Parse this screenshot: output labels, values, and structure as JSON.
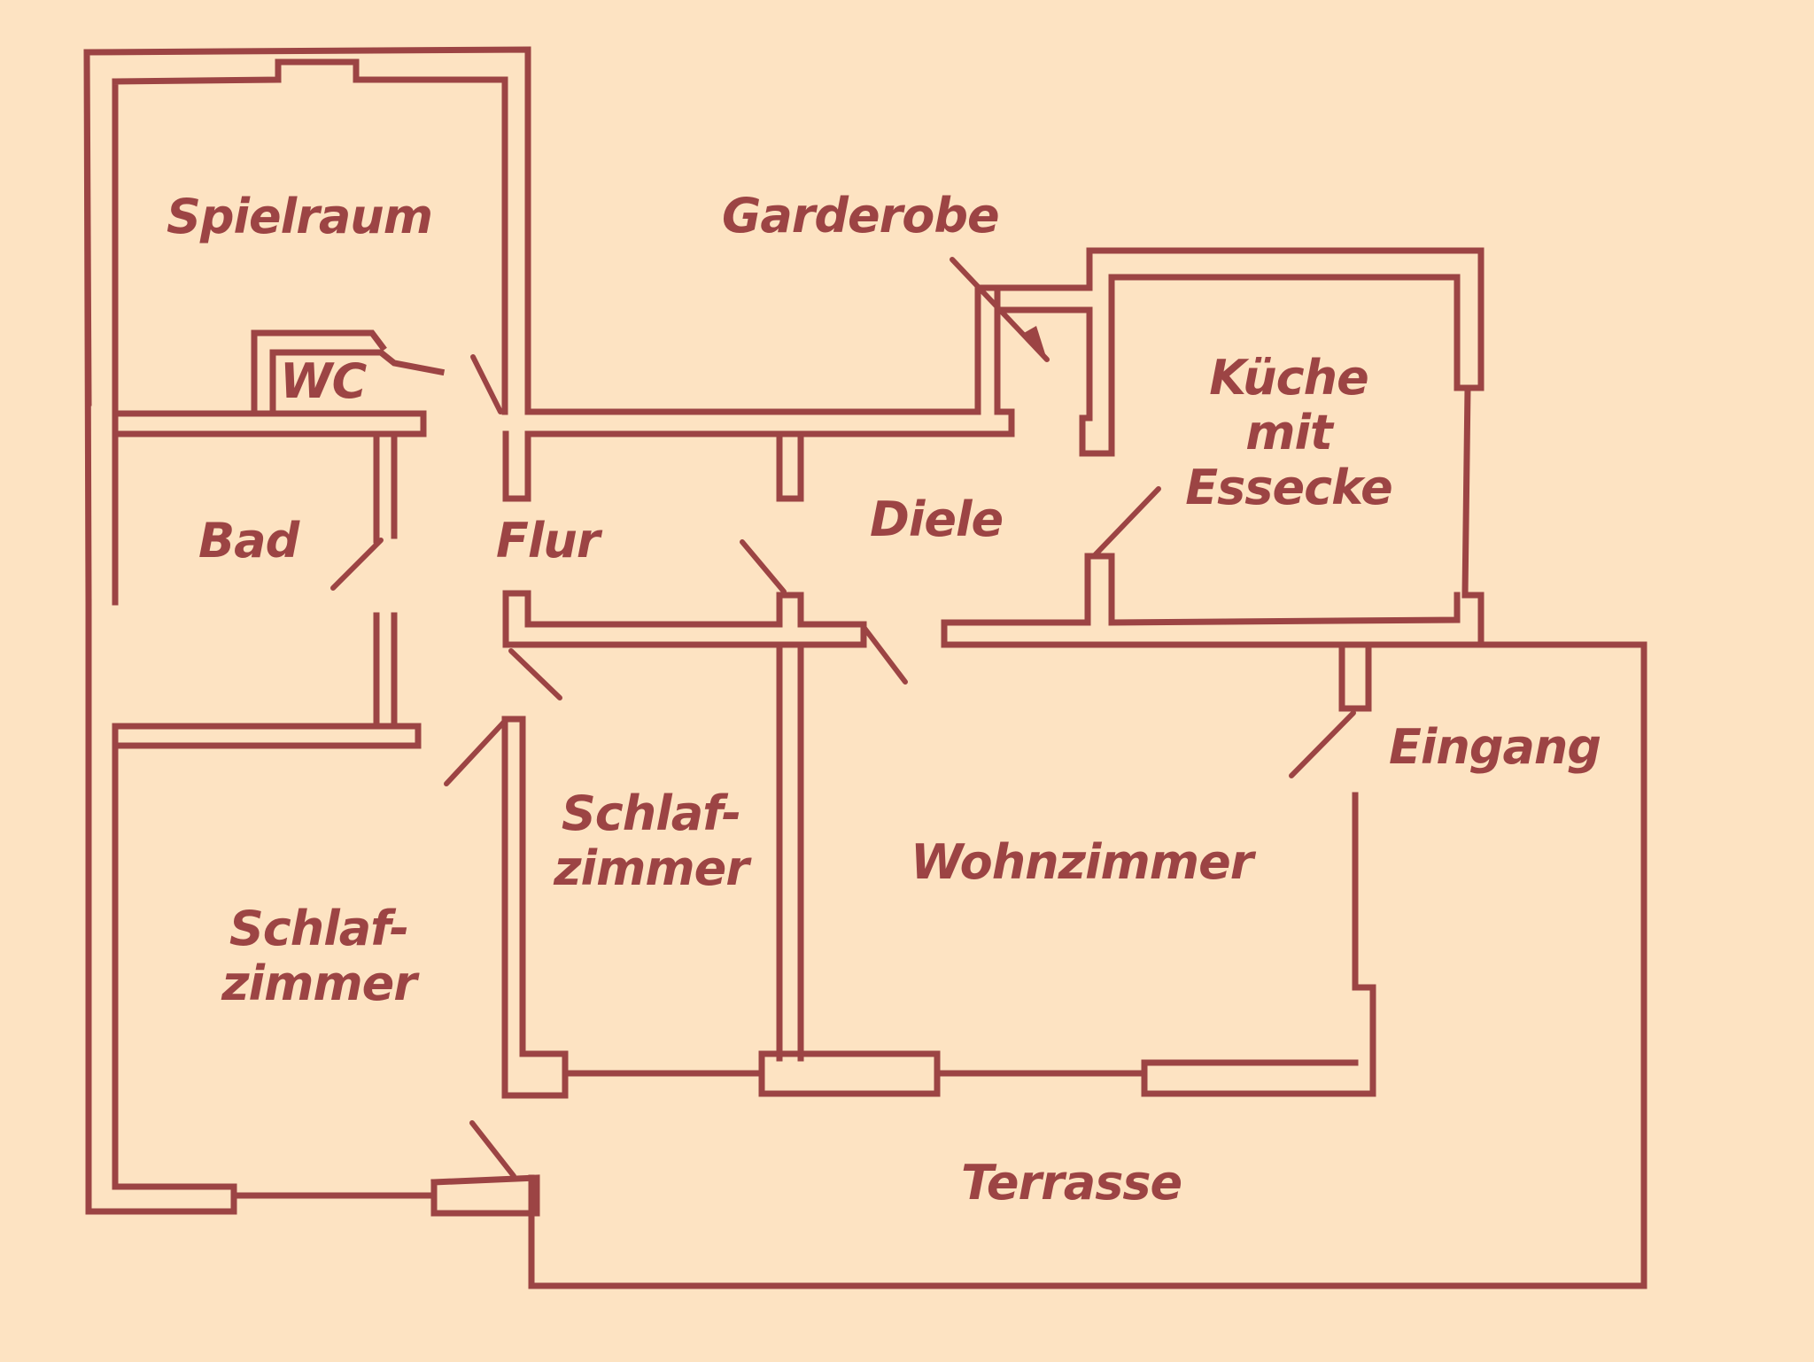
{
  "title": "Grundriss",
  "colors": {
    "background": "#fde3c2",
    "ink": "#9c4444"
  },
  "rooms": [
    {
      "id": "spielraum",
      "lines": [
        "Spielraum"
      ]
    },
    {
      "id": "garderobe",
      "lines": [
        "Garderobe"
      ]
    },
    {
      "id": "wc",
      "lines": [
        "WC"
      ]
    },
    {
      "id": "kueche",
      "lines": [
        "Küche",
        "mit",
        "Essecke"
      ]
    },
    {
      "id": "bad",
      "lines": [
        "Bad"
      ]
    },
    {
      "id": "flur",
      "lines": [
        "Flur"
      ]
    },
    {
      "id": "diele",
      "lines": [
        "Diele"
      ]
    },
    {
      "id": "eingang",
      "lines": [
        "Eingang"
      ]
    },
    {
      "id": "schlafzimmer-2",
      "lines": [
        "Schlaf-",
        "zimmer"
      ]
    },
    {
      "id": "wohnzimmer",
      "lines": [
        "Wohnzimmer"
      ]
    },
    {
      "id": "schlafzimmer-1",
      "lines": [
        "Schlaf-",
        "zimmer"
      ]
    },
    {
      "id": "terrasse",
      "lines": [
        "Terrasse"
      ]
    }
  ]
}
